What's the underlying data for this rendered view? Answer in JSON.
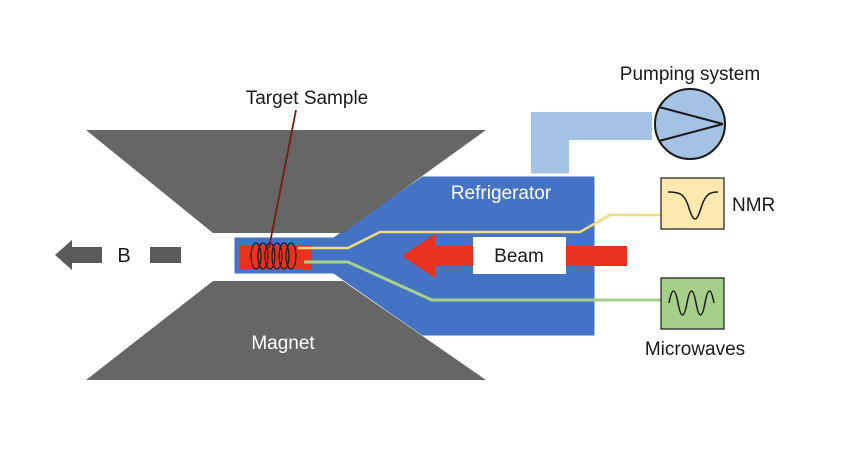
{
  "labels": {
    "target_sample": "Target Sample",
    "pumping_system": "Pumping system",
    "refrigerator": "Refrigerator",
    "nmr": "NMR",
    "beam": "Beam",
    "microwaves": "Microwaves",
    "magnet": "Magnet",
    "field": "B"
  },
  "colors": {
    "magnet": "#666666",
    "refrigerator": "#4472c4",
    "pipe": "#a4c2e4",
    "pump_fill": "#a4c2e4",
    "beam_arrow": "#e8321e",
    "sample": "#e8321e",
    "nmr_box": "#fce9b0",
    "nmr_line": "#f3dc7c",
    "microwave_box": "#a6d08a",
    "microwave_line": "#a6d08a",
    "field_arrow": "#5a5a5a"
  }
}
